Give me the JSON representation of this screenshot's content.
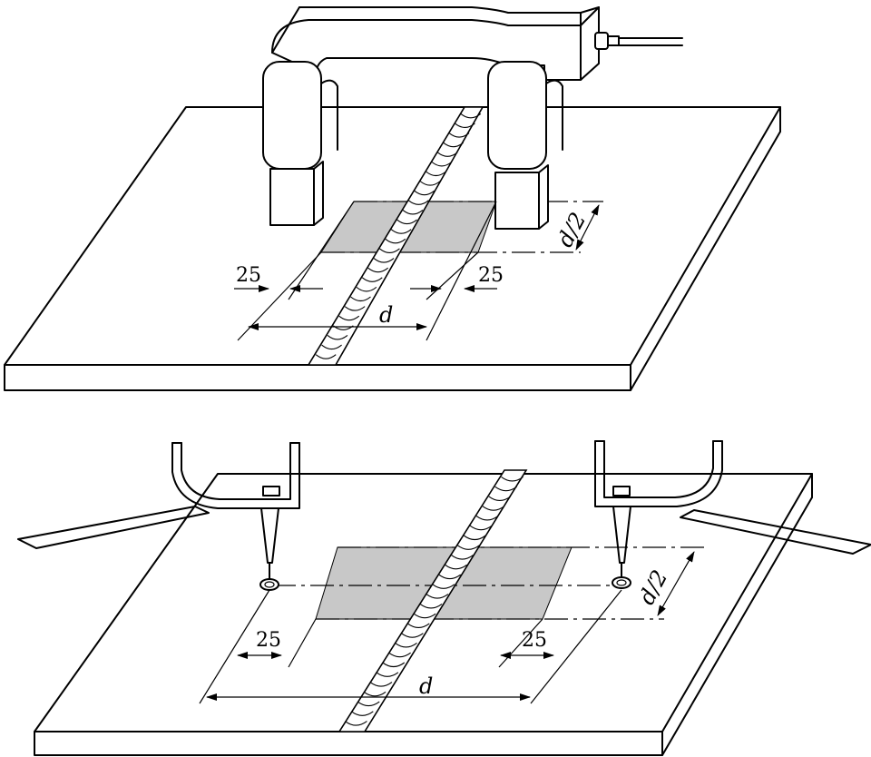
{
  "dimensions": {
    "top_left_offset": "25",
    "top_right_offset": "25",
    "top_spacing": "d",
    "top_half_spacing": "d/2",
    "bottom_left_offset": "25",
    "bottom_right_offset": "25",
    "bottom_spacing": "d",
    "bottom_half_spacing": "d/2"
  },
  "colors": {
    "line": "#000000",
    "shaded_area": "#c8c8c8",
    "background": "#ffffff"
  }
}
